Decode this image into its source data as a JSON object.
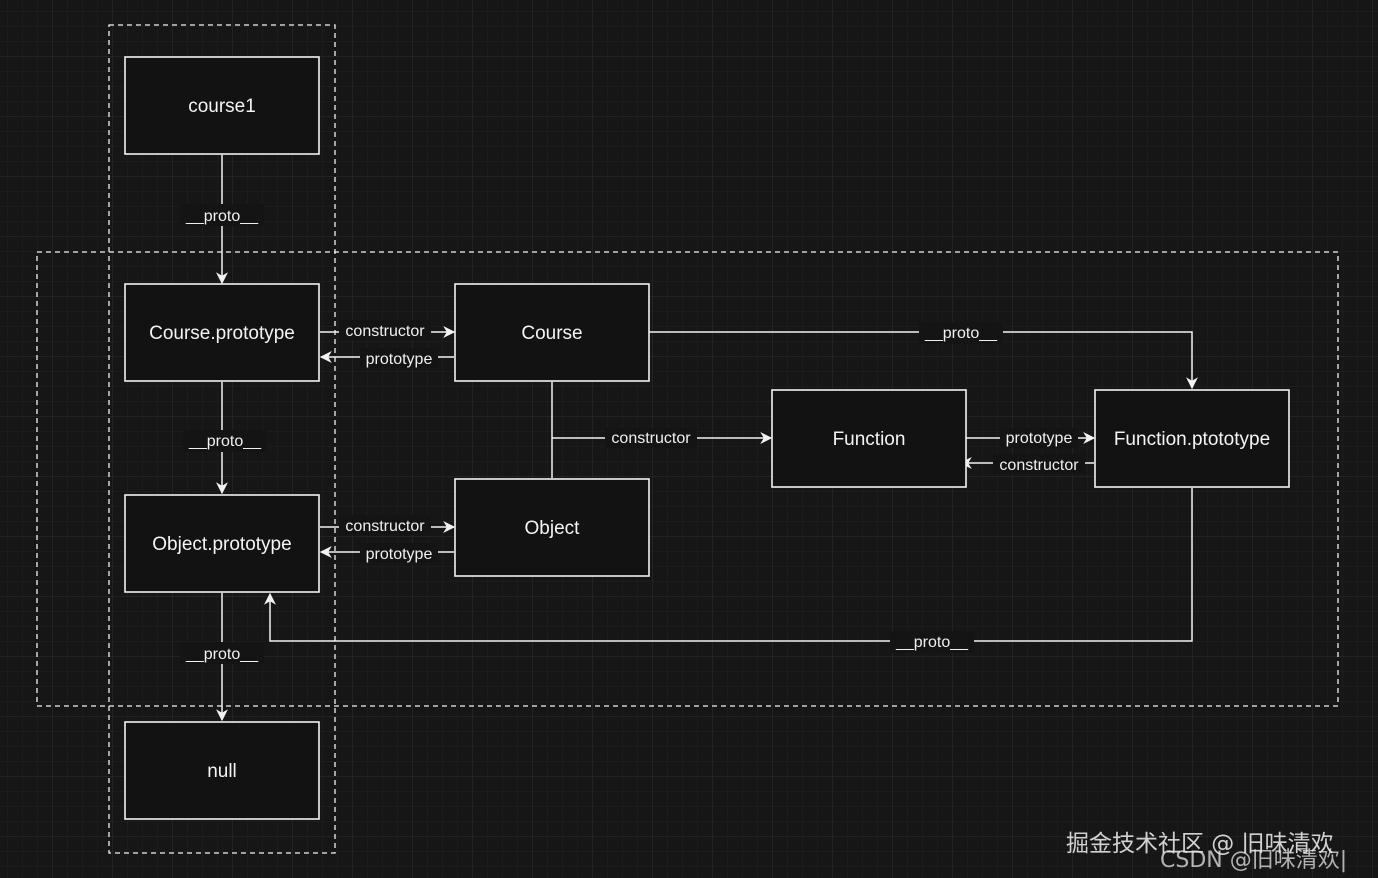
{
  "diagram": {
    "nodes": {
      "course1": "course1",
      "course_prototype": "Course.prototype",
      "object_prototype": "Object.prototype",
      "null_node": "null",
      "course": "Course",
      "object": "Object",
      "function": "Function",
      "function_prototype": "Function.ptototype"
    },
    "edge_labels": {
      "proto_course1": "__proto__",
      "proto_course_prototype": "__proto__",
      "proto_object_prototype": "__proto__",
      "constructor_course": "constructor",
      "prototype_course": "prototype",
      "constructor_object": "constructor",
      "prototype_object": "prototype",
      "constructor_function": "constructor",
      "prototype_function": "prototype",
      "constructor_function_prototype": "constructor",
      "proto_course_to_function_prototype": "__proto__",
      "proto_function_prototype_to_object_prototype": "__proto__"
    }
  },
  "watermark": {
    "primary": "掘金技术社区 @ 旧味清欢",
    "secondary": "CSDN @旧味清欢|"
  },
  "colors": {
    "background": "#161616",
    "stroke": "#f2f2f2",
    "text": "#f4f4f4"
  }
}
